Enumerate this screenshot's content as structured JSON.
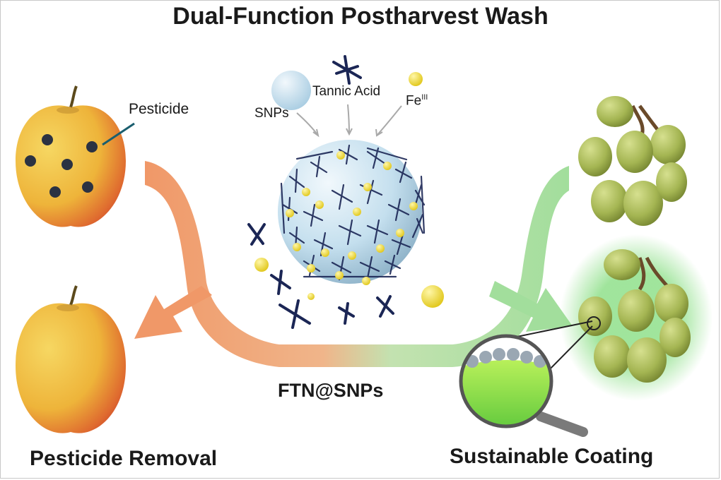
{
  "title": "Dual-Function Postharvest Wash",
  "labels": {
    "pesticide": "Pesticide",
    "snps": "SNPs",
    "tannic_acid": "Tannic Acid",
    "fe_base": "Fe",
    "fe_sup": "III",
    "center": "FTN@SNPs",
    "left_bottom": "Pesticide Removal",
    "right_bottom": "Sustainable Coating"
  },
  "colors": {
    "left_arrow": "#f0a273",
    "right_arrow": "#a8e0a0",
    "sphere": "#cfe6f3",
    "fe_particle": "#f1e23a",
    "tannic_acid": "#1b2655",
    "apple_yellow": "#efc43a",
    "apple_red": "#d6462a",
    "grape": "#a9bb58",
    "coating_glow": "#8fe08a"
  }
}
